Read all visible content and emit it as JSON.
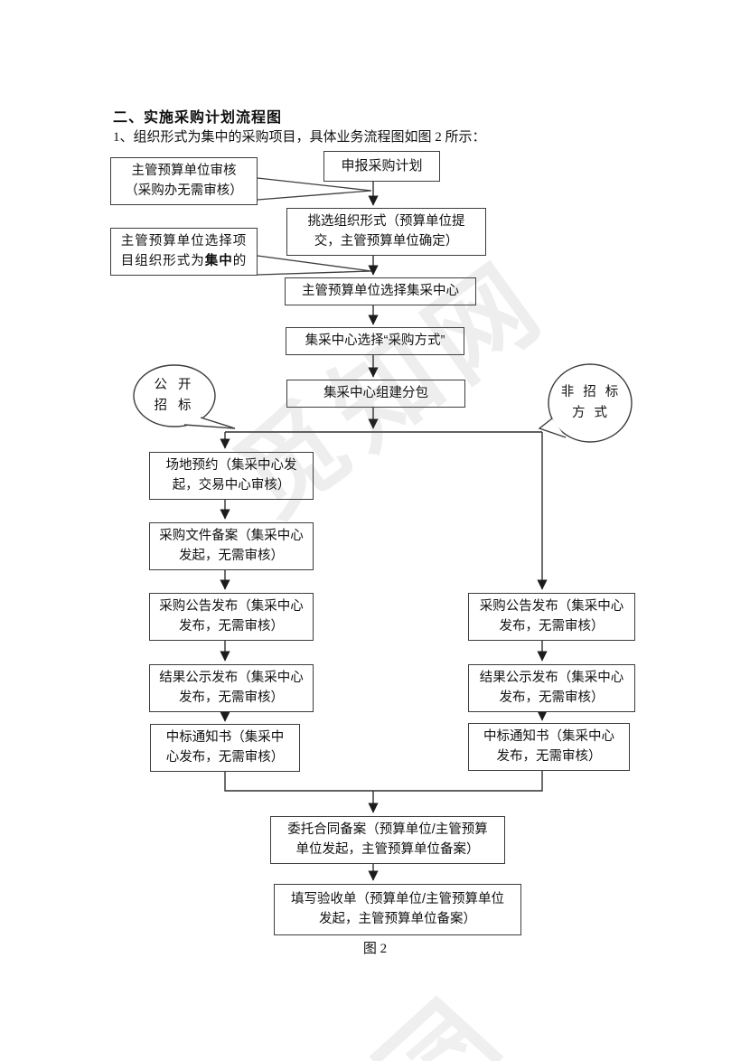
{
  "document": {
    "heading": "二、实施采购计划流程图",
    "intro": "1、组织形式为集中的采购项目，具体业务流程图如图 2 所示：",
    "figure_caption": "图 2"
  },
  "flowchart": {
    "main_nodes": [
      {
        "id": "declare-plan",
        "label": "申报采购计划"
      },
      {
        "id": "choose-org-form",
        "label": "挑选组织形式（预算单位提\n交，主管预算单位确定）"
      },
      {
        "id": "select-central-agency",
        "label": "主管预算单位选择集采中心"
      },
      {
        "id": "select-method",
        "label": "集采中心选择“采购方式”"
      },
      {
        "id": "create-packages",
        "label": "集采中心组建分包"
      }
    ],
    "callouts": [
      {
        "id": "audit-note",
        "label": "主管预算单位审核\n（采购办无需审核）"
      },
      {
        "id": "org-form-note",
        "label_prefix": "主管预算单位选择项\n目组织形式为",
        "label_bold": "集中",
        "label_suffix": "的"
      }
    ],
    "bubbles": [
      {
        "id": "open-tender",
        "label": "公 开\n招 标"
      },
      {
        "id": "non-tender",
        "label": "非 招 标\n方 式"
      }
    ],
    "left_branch_nodes": [
      {
        "label": "场地预约（集采中心发\n起，交易中心审核）"
      },
      {
        "label": "采购文件备案（集采中心\n发起，无需审核）"
      },
      {
        "label": "采购公告发布（集采中心\n发布，无需审核）"
      },
      {
        "label": "结果公示发布（集采中心\n发布，无需审核）"
      },
      {
        "label": "中标通知书（集采中\n心发布，无需审核）"
      }
    ],
    "right_branch_nodes": [
      {
        "label": "采购公告发布（集采中心\n发布，无需审核）"
      },
      {
        "label": "结果公示发布（集采中心\n发布，无需审核）"
      },
      {
        "label": "中标通知书（集采中心\n发布，无需审核）"
      }
    ],
    "merge_nodes": [
      {
        "label": "委托合同备案（预算单位/主管预算\n单位发起，主管预算单位备案）"
      },
      {
        "label": "填写验收单（预算单位/主管预算单位\n发起，主管预算单位备案）"
      }
    ],
    "colors": {
      "line": "#2f2f2f",
      "box_border": "#3d3d3d",
      "text": "#111111",
      "watermark": "#e8e8e8"
    }
  },
  "watermark": {
    "text": "觅知网"
  }
}
